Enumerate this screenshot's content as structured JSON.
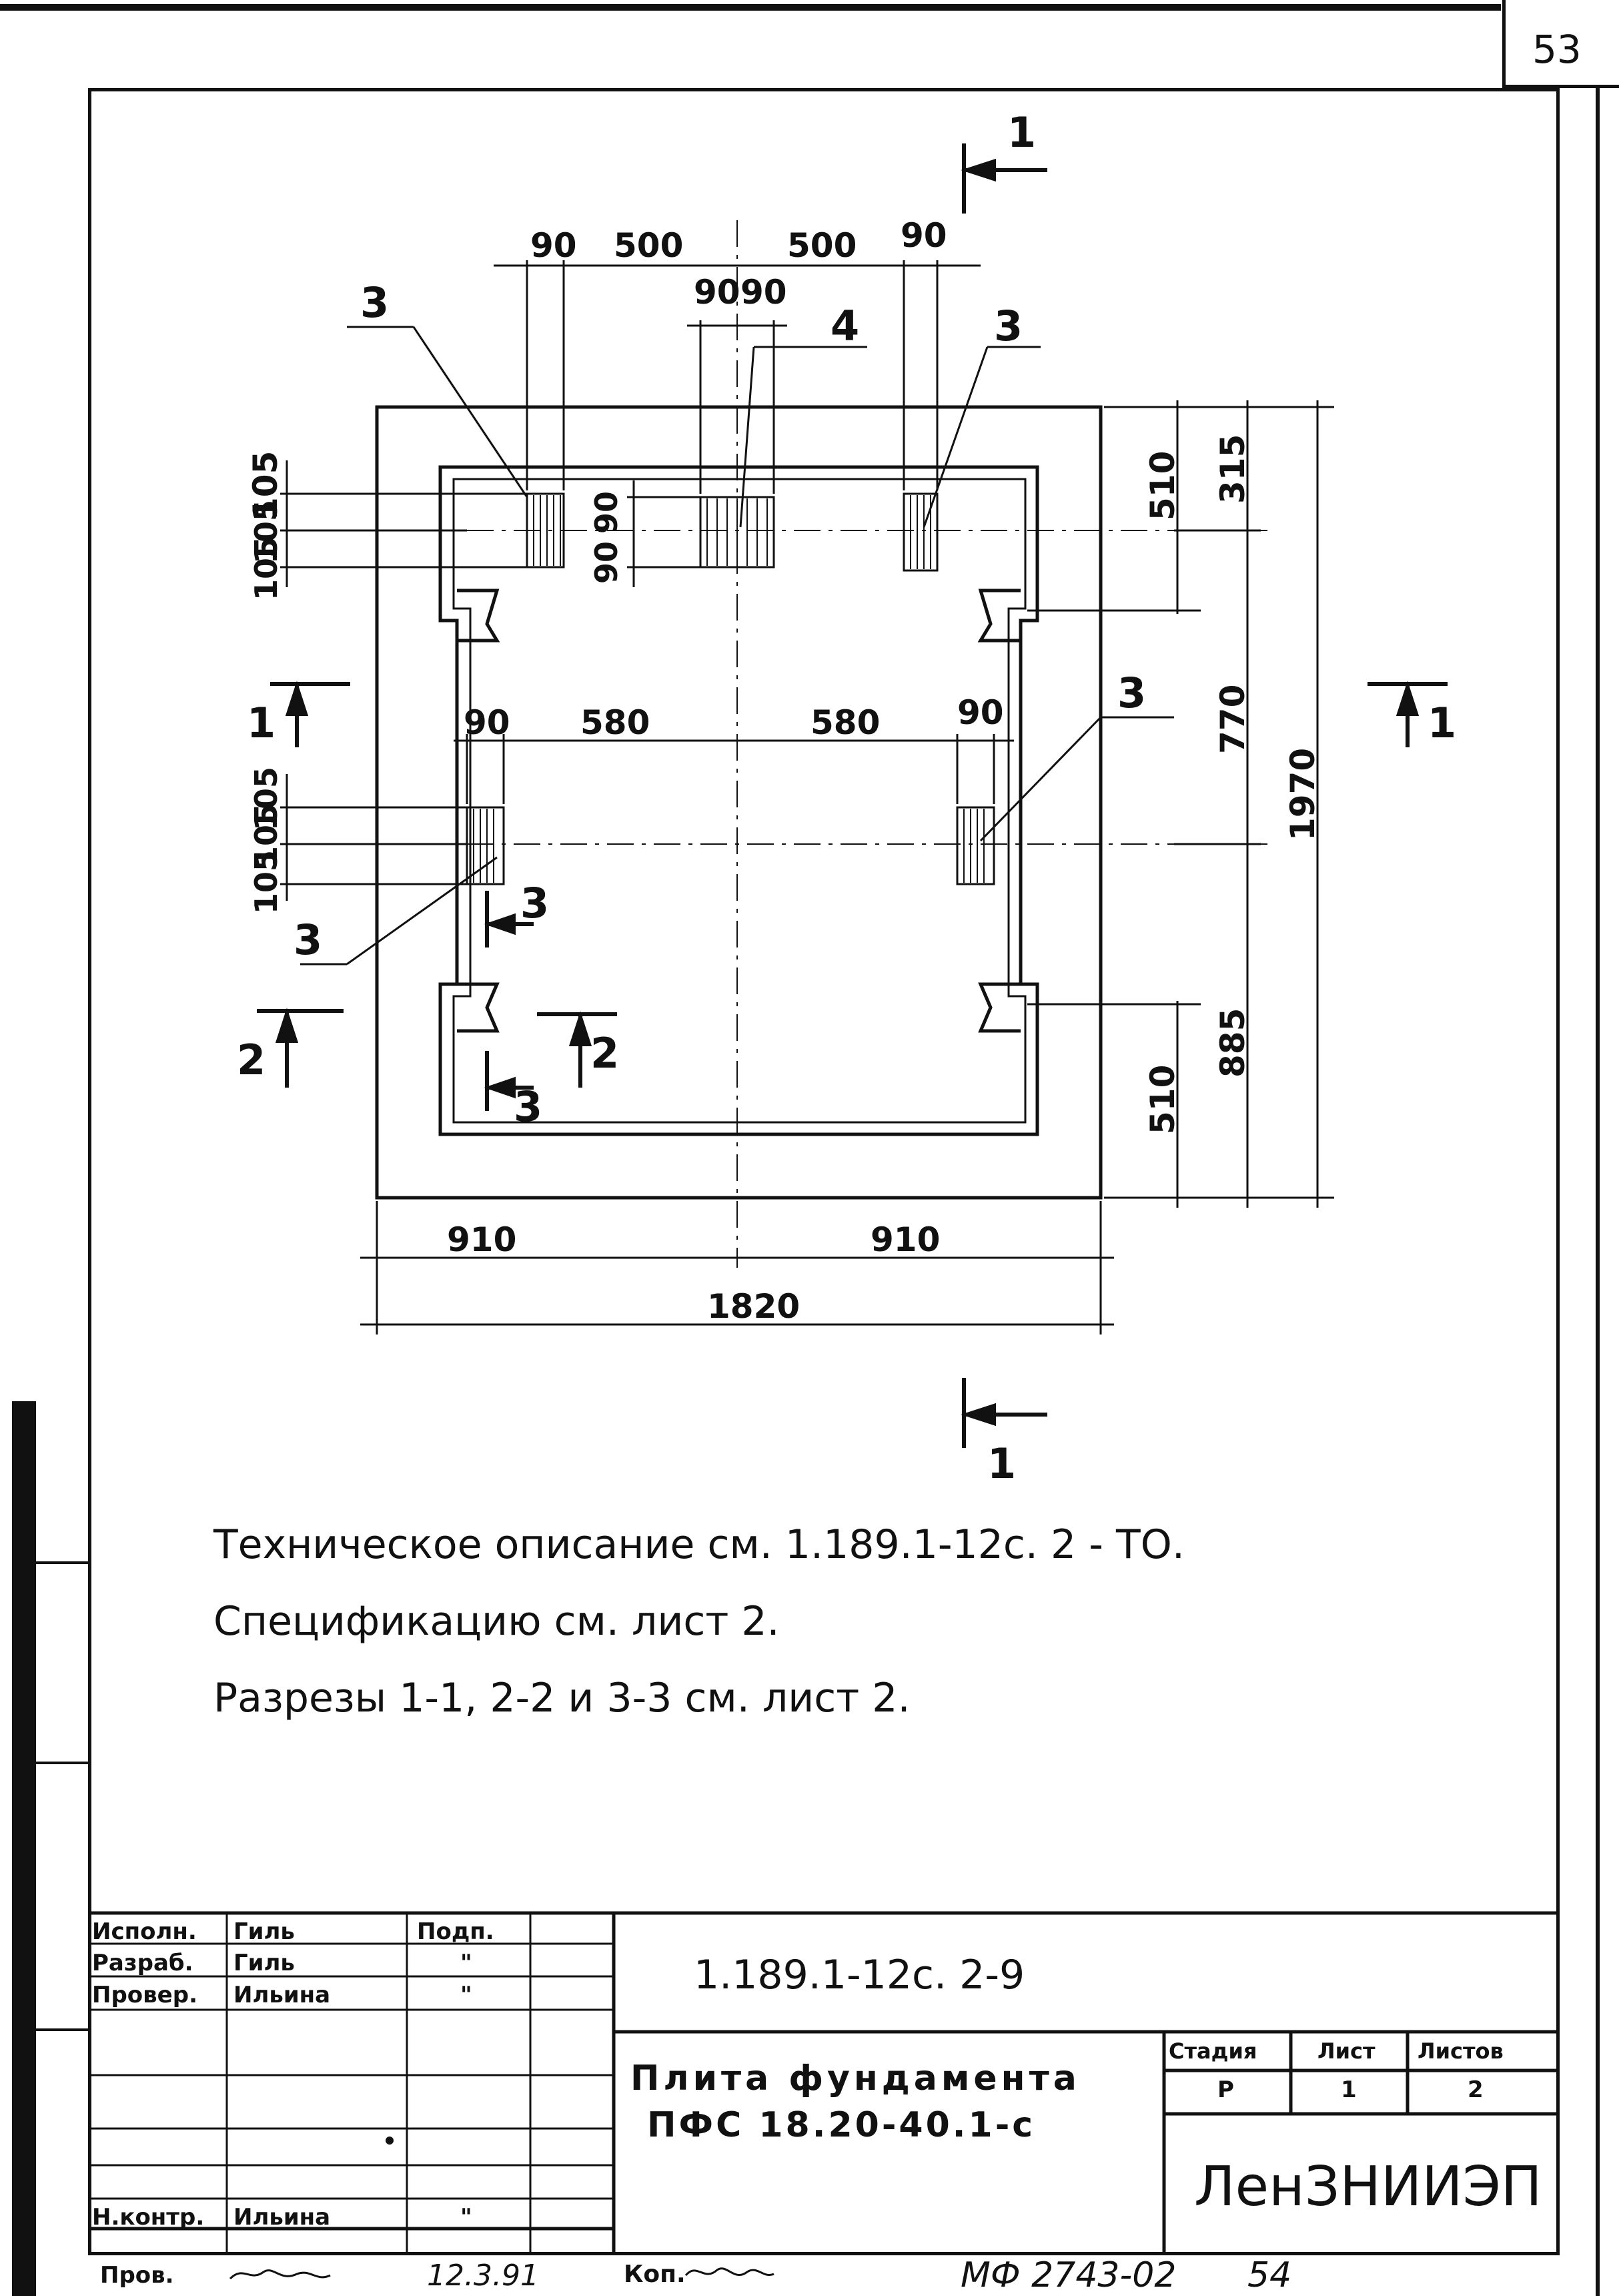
{
  "sheet_corner_number": "53",
  "plan": {
    "dims_top": {
      "outer_left": "90",
      "left": "500",
      "right": "500",
      "outer_right": "90",
      "center_left": "90",
      "center_right": "90"
    },
    "dims_middle": {
      "outer_left": "90",
      "left": "580",
      "right": "580",
      "outer_right": "90"
    },
    "dims_left_upper": {
      "a": "105",
      "b": "105",
      "c": "105"
    },
    "dims_left_lower": {
      "a": "105",
      "b": "105",
      "c": "105"
    },
    "dims_center_vertical": {
      "a": "90",
      "b": "90"
    },
    "dims_right": {
      "top_510": "510",
      "top_315": "315",
      "mid_770": "770",
      "total_1970": "1970",
      "bot_885": "885",
      "bot_510": "510"
    },
    "dims_bottom": {
      "left": "910",
      "right": "910",
      "total": "1820"
    },
    "callouts": {
      "c3a": "3",
      "c4": "4",
      "c3b": "3",
      "c3c": "3",
      "c3d": "3"
    },
    "section_marks": {
      "top": "1",
      "bottom": "1",
      "left": "1",
      "right": "1",
      "s2_left": "2",
      "s2_right": "2",
      "s3_top": "3",
      "s3_bottom": "3"
    }
  },
  "notes": [
    "Техническое описание см. 1.189.1-12с. 2 - ТО.",
    "Спецификацию см. лист 2.",
    "Разрезы 1-1, 2-2 и 3-3 см. лист 2."
  ],
  "title_block": {
    "rows": [
      {
        "role": "Исполн.",
        "name": "Гиль",
        "sign": "Подп."
      },
      {
        "role": "Разраб.",
        "name": "Гиль",
        "sign": "\""
      },
      {
        "role": "Провер.",
        "name": "Ильина",
        "sign": "\""
      },
      {
        "role": "",
        "name": "",
        "sign": ""
      },
      {
        "role": "",
        "name": "",
        "sign": ""
      },
      {
        "role": "",
        "name": "",
        "sign": ""
      },
      {
        "role": "Н.контр.",
        "name": "Ильина",
        "sign": "\""
      }
    ],
    "doc_code": "1.189.1-12с. 2-9",
    "title_line1": "Плита фундамента",
    "title_line2": "ПФС 18.20-40.1-с",
    "stage_header": "Стадия",
    "sheet_header": "Лист",
    "sheets_header": "Листов",
    "stage": "Р",
    "sheet": "1",
    "sheets": "2",
    "org": "ЛенЗНИИЭП"
  },
  "footer": {
    "prov_label": "Пров.",
    "signature_date": "12.3.91",
    "kop_label": "Коп.",
    "inventory": "МФ 2743-02",
    "page": "54"
  }
}
